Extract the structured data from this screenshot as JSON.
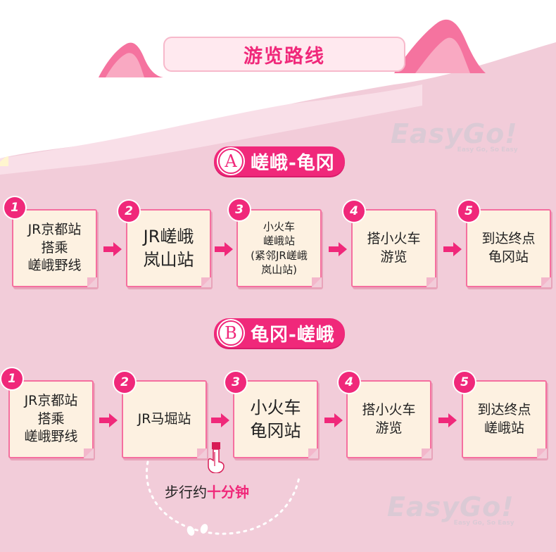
{
  "title": "游览路线",
  "watermark": {
    "brand": "EasyGo!",
    "tagline": "Easy Go, So Easy"
  },
  "colors": {
    "accent": "#f0287a",
    "background": "#f2ccd9",
    "card": "#fdf1e1",
    "card_border": "#f56f9f"
  },
  "routes": [
    {
      "badge": "A",
      "title": "嵯峨-龟冈",
      "steps": [
        {
          "num": "1",
          "text": "JR京都站\n搭乘\n嵯峨野线"
        },
        {
          "num": "2",
          "text": "JR嵯峨\n岚山站"
        },
        {
          "num": "3",
          "text": "小火车\n嵯峨站\n(紧邻JR嵯峨\n岚山站)"
        },
        {
          "num": "4",
          "text": "搭小火车\n游览"
        },
        {
          "num": "5",
          "text": "到达终点\n龟冈站"
        }
      ]
    },
    {
      "badge": "B",
      "title": "龟冈-嵯峨",
      "steps": [
        {
          "num": "1",
          "text": "JR京都站\n搭乘\n嵯峨野线"
        },
        {
          "num": "2",
          "text": "JR马堀站"
        },
        {
          "num": "3",
          "text": "小火车\n龟冈站"
        },
        {
          "num": "4",
          "text": "搭小火车\n游览"
        },
        {
          "num": "5",
          "text": "到达终点\n嵯峨站"
        }
      ]
    }
  ],
  "walk_note": {
    "prefix": "步行约",
    "highlight": "十分钟"
  },
  "icons": {
    "arrow": "arrow-right-icon",
    "hand": "pointing-hand-icon",
    "footprints": "footprints-icon"
  }
}
